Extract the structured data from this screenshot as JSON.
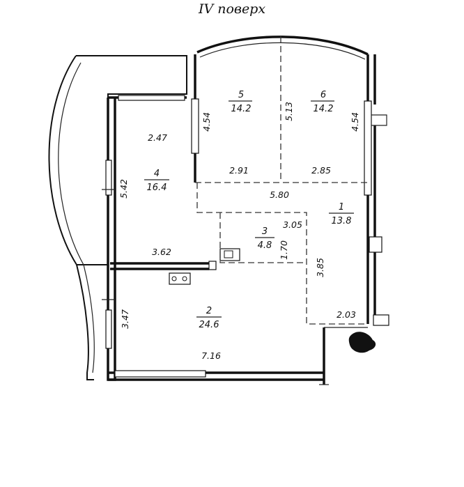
{
  "title": "IV поверх",
  "rooms": [
    {
      "id": "room-1",
      "number": "1",
      "area": "13.8"
    },
    {
      "id": "room-2",
      "number": "2",
      "area": "24.6"
    },
    {
      "id": "room-3",
      "number": "3",
      "area": "4.8"
    },
    {
      "id": "room-4",
      "number": "4",
      "area": "16.4"
    },
    {
      "id": "room-5",
      "number": "5",
      "area": "14.2"
    },
    {
      "id": "room-6",
      "number": "6",
      "area": "14.2"
    }
  ],
  "dimensions": [
    "4.54",
    "5.13",
    "4.54",
    "2.47",
    "2.91",
    "2.85",
    "5.42",
    "5.80",
    "3.05",
    "1.70",
    "3.62",
    "3.85",
    "3.47",
    "2.03",
    "7.16"
  ]
}
